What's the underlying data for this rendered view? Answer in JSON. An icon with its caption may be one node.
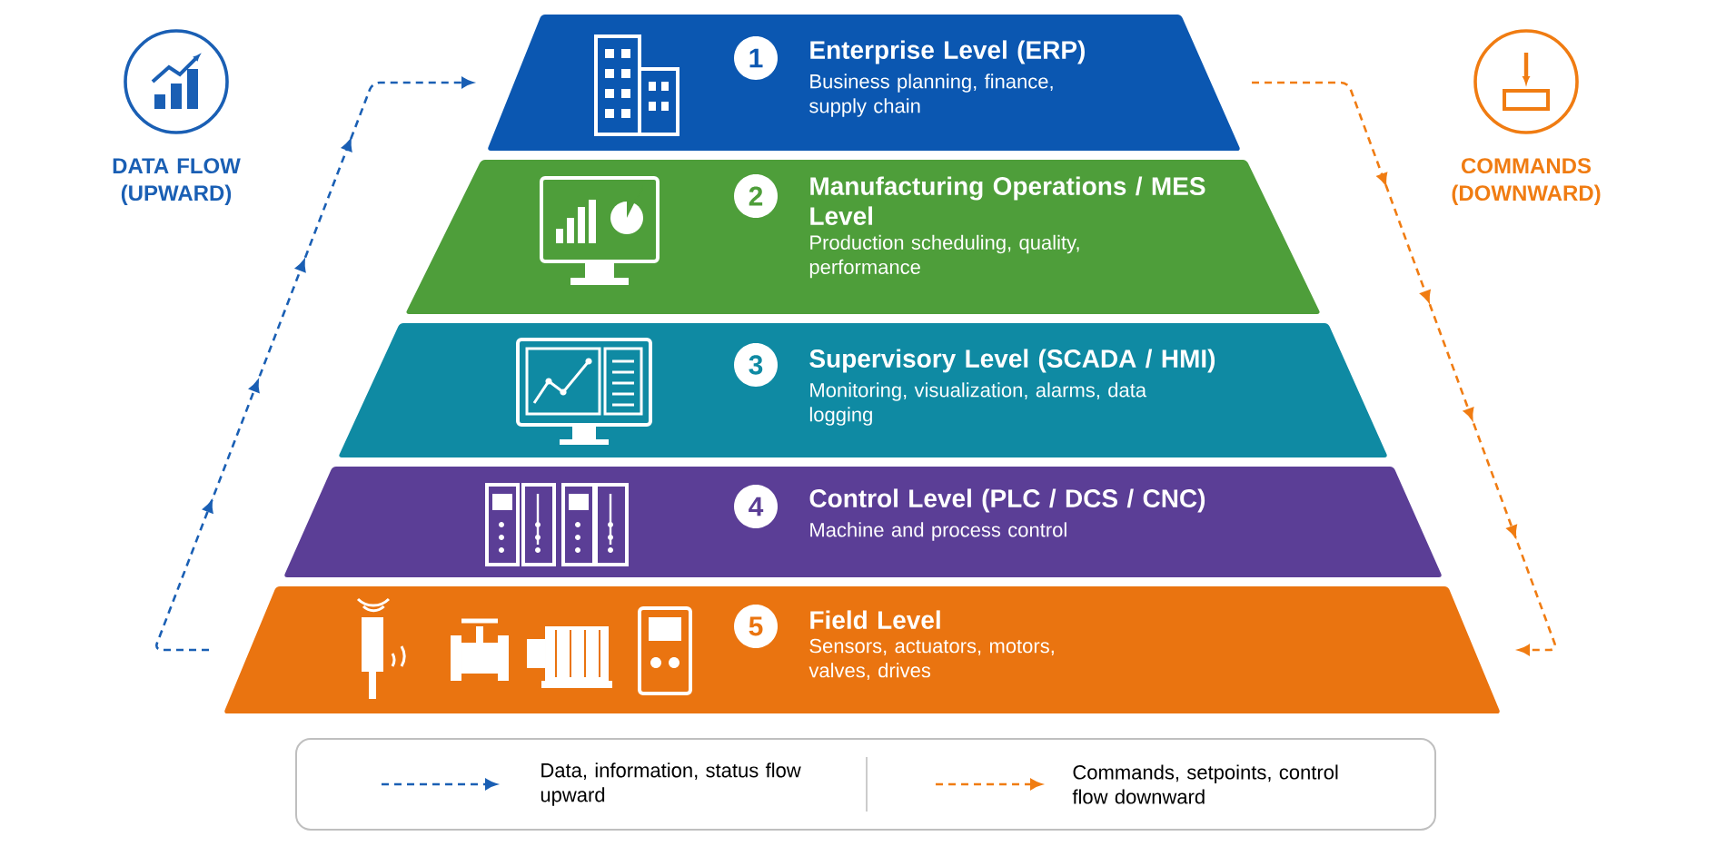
{
  "diagram": {
    "nodes": [
      {
        "text": [
          "1",
          "Enterprise Level (ERP)",
          "Business planning, finance, supply chain"
        ]
      },
      {
        "text": [
          "2",
          "Manufacturing Operations / MES Level",
          "Production scheduling, quality, performance"
        ]
      },
      {
        "text": [
          "3",
          "Supervisory Level (SCADA / HMI)",
          "Monitoring, visualization, alarms, data logging"
        ]
      },
      {
        "text": [
          "4",
          "Control Level (PLC / DCS / CNC)",
          "Machine and process control"
        ]
      },
      {
        "text": [
          "5",
          "Field Level",
          "Sensors, actuators, motors, valves, drives"
        ]
      }
    ],
    "edges": [
      {
        "from": 4,
        "to": 0,
        "arrow": "to",
        "style": "dashed",
        "color": "#1a5fb4"
      },
      {
        "from": 0,
        "to": 4,
        "arrow": "to",
        "style": "dashed",
        "color": "#f07c12"
      }
    ],
    "labels": [
      "DATA FLOW (UPWARD)",
      "COMMANDS (DOWNWARD)"
    ],
    "legend": [
      {
        "text": "Data, information, status flow upward"
      },
      {
        "text": "Commands, setpoints, control flow downward"
      }
    ]
  }
}
